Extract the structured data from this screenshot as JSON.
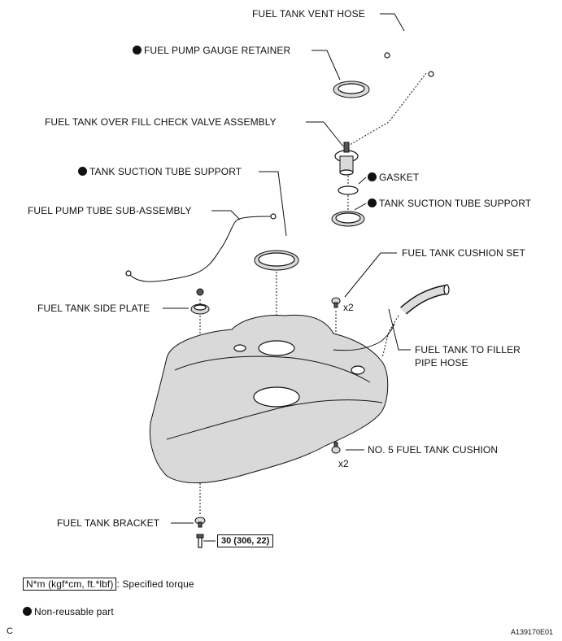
{
  "labels": {
    "vent_hose": "FUEL TANK VENT HOSE",
    "gauge_retainer": "FUEL PUMP GAUGE RETAINER",
    "check_valve": "FUEL TANK OVER FILL CHECK VALVE ASSEMBLY",
    "suction_support_left": "TANK SUCTION TUBE SUPPORT",
    "gasket": "GASKET",
    "suction_support_right": "TANK SUCTION TUBE SUPPORT",
    "pump_tube": "FUEL PUMP TUBE SUB-ASSEMBLY",
    "cushion_set": "FUEL TANK CUSHION SET",
    "side_plate": "FUEL TANK SIDE PLATE",
    "filler_hose_line1": "FUEL TANK TO FILLER",
    "filler_hose_line2": "PIPE HOSE",
    "no5_cushion": "NO. 5 FUEL TANK CUSHION",
    "bracket": "FUEL TANK BRACKET"
  },
  "multipliers": {
    "cushion_set": "x2",
    "no5_cushion": "x2"
  },
  "torque_value": "30 (306, 22)",
  "legend": {
    "torque_unit": "N*m (kgf*cm, ft.*lbf)",
    "torque_desc": ": Specified torque",
    "non_reusable": "Non-reusable part"
  },
  "corner_letter": "C",
  "figure_id": "A139170E01"
}
